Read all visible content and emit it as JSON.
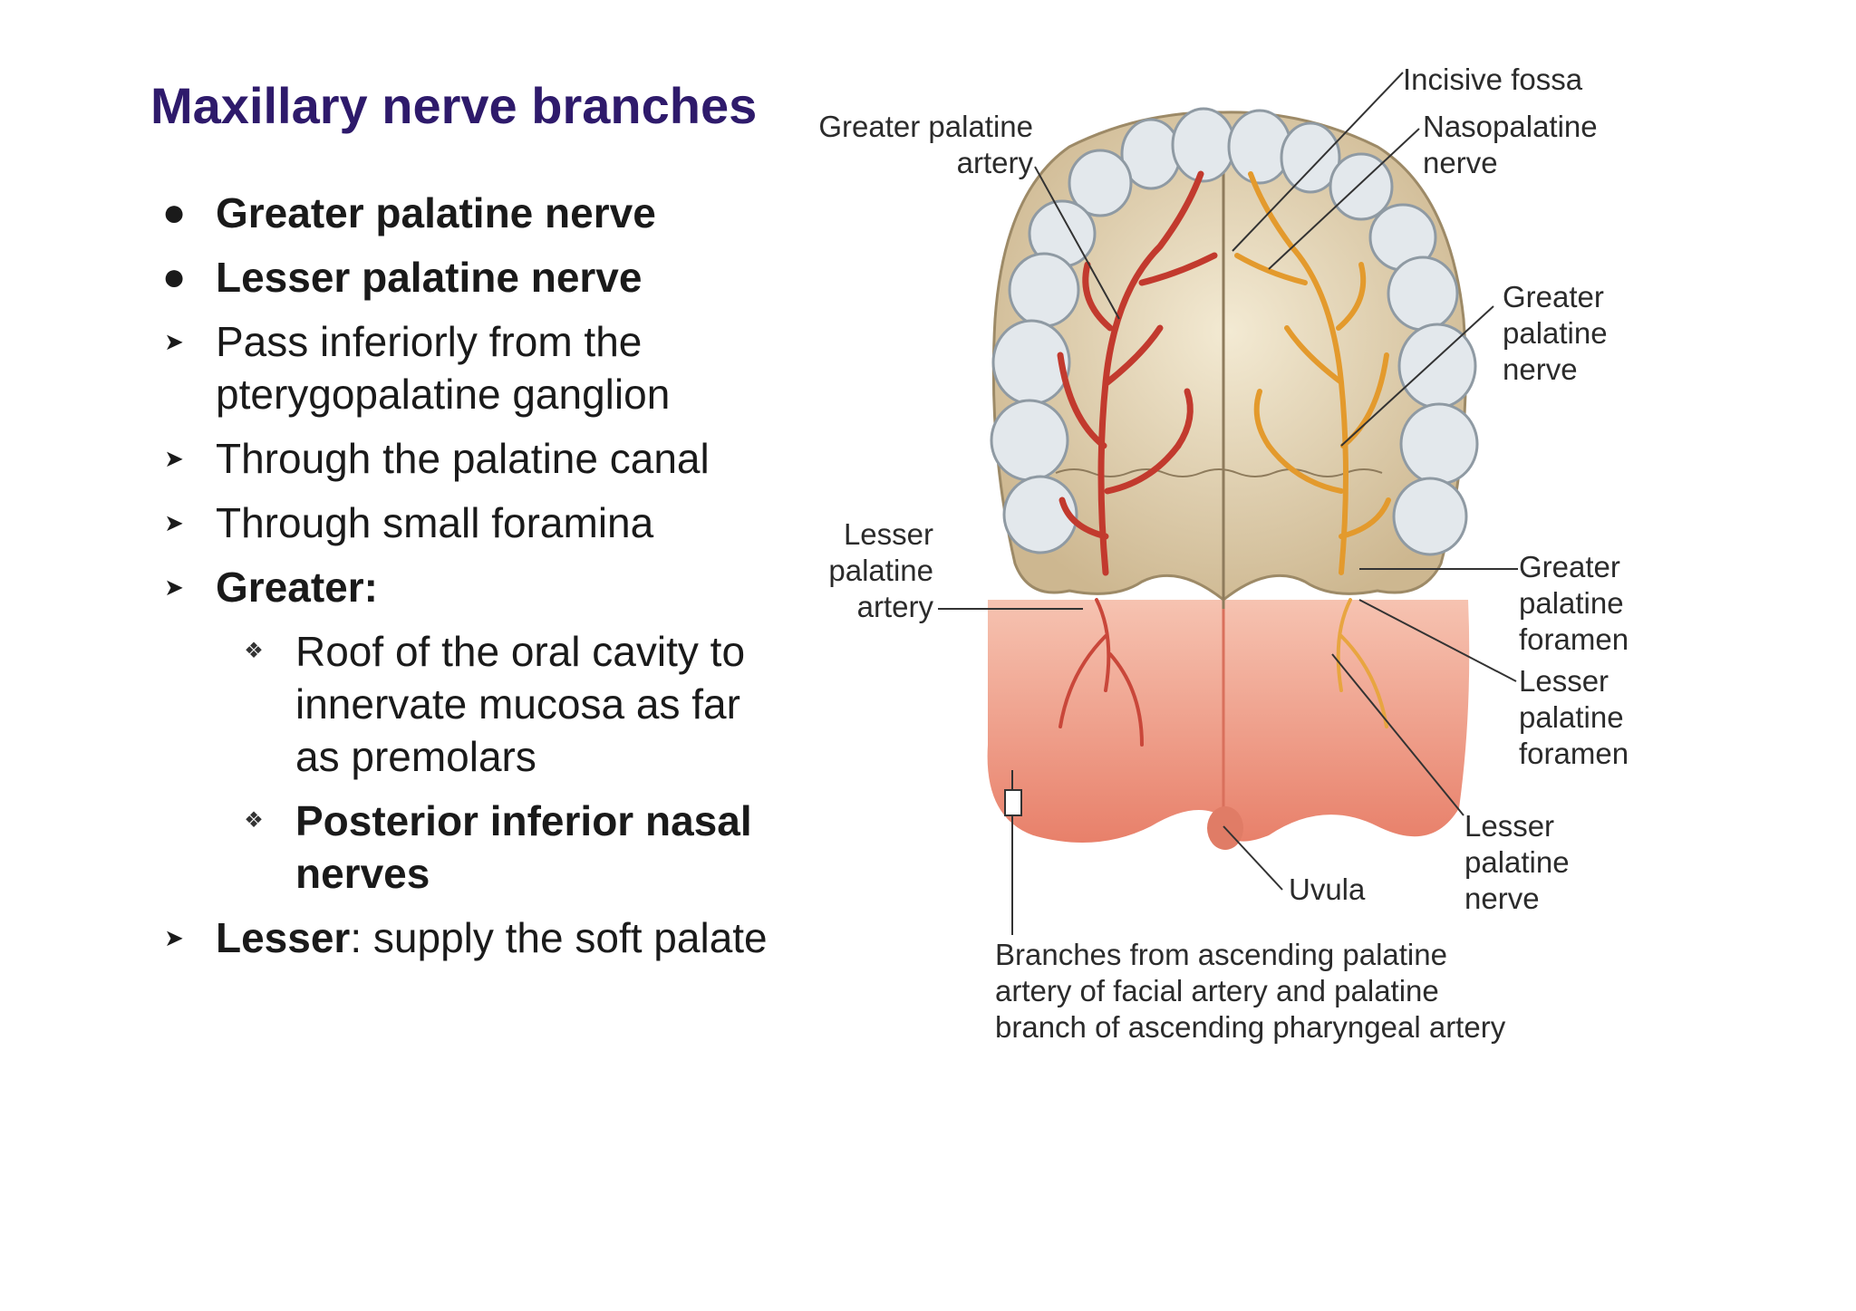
{
  "title": "Maxillary nerve branches",
  "bullets": [
    {
      "marker": "●",
      "text": "Greater palatine nerve"
    },
    {
      "marker": "●",
      "text": "Lesser palatine nerve"
    },
    {
      "marker": "➤",
      "text": "Pass inferiorly from the pterygopalatine ganglion"
    },
    {
      "marker": "➤",
      "text": "Through the palatine canal"
    },
    {
      "marker": "➤",
      "text": "Through small foramina"
    },
    {
      "marker": "➤",
      "text": "Greater:"
    },
    {
      "marker": "❖",
      "text": "Roof of the oral cavity to innervate mucosa as far as premolars"
    },
    {
      "marker": "❖",
      "text": "Posterior inferior nasal nerves"
    },
    {
      "marker": "➤",
      "bold_text": "Lesser",
      "text": ": supply the soft palate"
    }
  ],
  "labels": {
    "incisive_fossa": "Incisive fossa",
    "nasopalatine_nerve": "Nasopalatine\nnerve",
    "greater_palatine_artery": "Greater palatine\nartery",
    "greater_palatine_nerve": "Greater\npalatine\nnerve",
    "lesser_palatine_artery": "Lesser\npalatine\nartery",
    "greater_palatine_foramen": "Greater\npalatine\nforamen",
    "lesser_palatine_foramen": "Lesser\npalatine\nforamen",
    "lesser_palatine_nerve": "Lesser\npalatine\nnerve",
    "uvula": "Uvula",
    "branches_caption": "Branches from ascending palatine\nartery of facial artery and palatine\nbranch of ascending pharyngeal artery"
  },
  "colors": {
    "title": "#2e1a6b",
    "artery": "#c23a2e",
    "nerve": "#e39a2d",
    "bone": "#e8dcc0",
    "soft_palate": "#f0a48d"
  }
}
